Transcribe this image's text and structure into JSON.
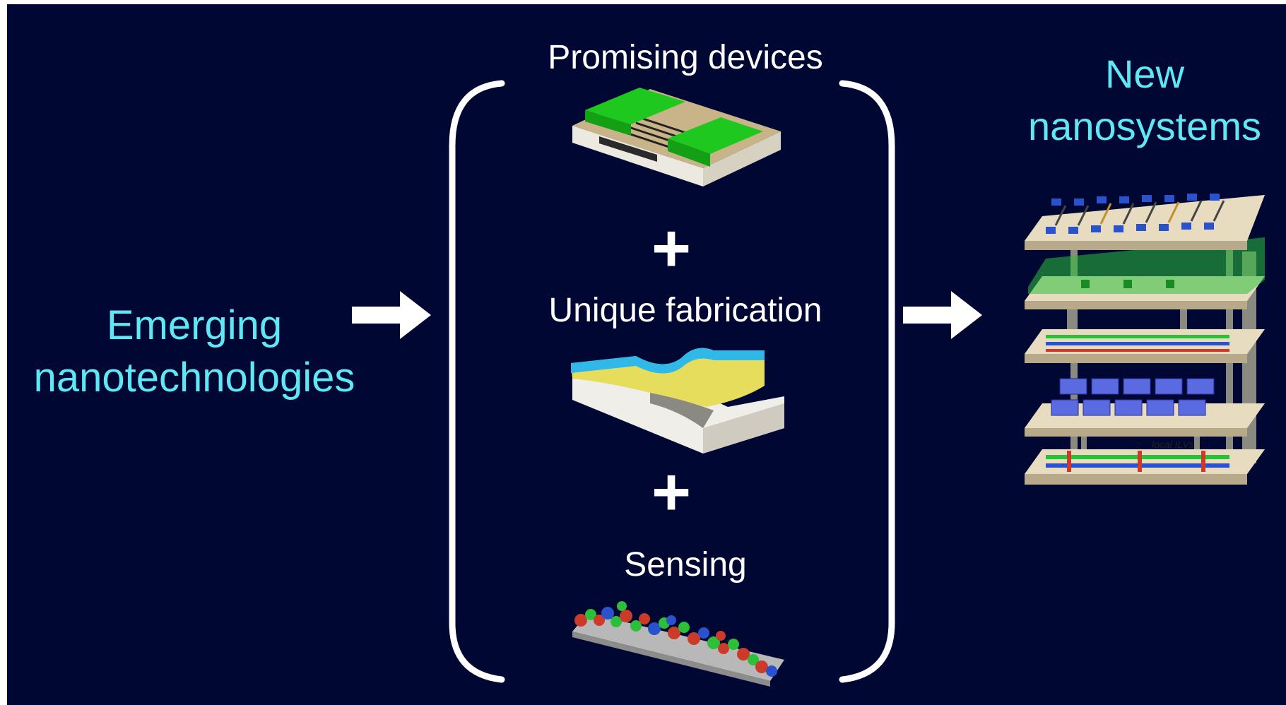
{
  "left_label": [
    "Emerging",
    "nanotechnologies"
  ],
  "right_label": [
    "New",
    "nanosystems"
  ],
  "components": {
    "devices": "Promising devices",
    "fabrication": "Unique fabrication",
    "sensing": "Sensing"
  },
  "operators": {
    "plus_1": "+",
    "plus_2": "+"
  },
  "stack_annotation": "local ILVs",
  "colors": {
    "background": "#000733",
    "accent_text": "#5fe8f4",
    "text": "#ffffff",
    "contact_green": "#1ec81e",
    "substrate_tan": "#c9b48a"
  },
  "icons": [
    "right-arrow-icon",
    "left-bracket-icon",
    "right-bracket-icon",
    "device-illustration",
    "fabrication-illustration",
    "sensing-illustration",
    "nanosystem-stack-illustration"
  ]
}
